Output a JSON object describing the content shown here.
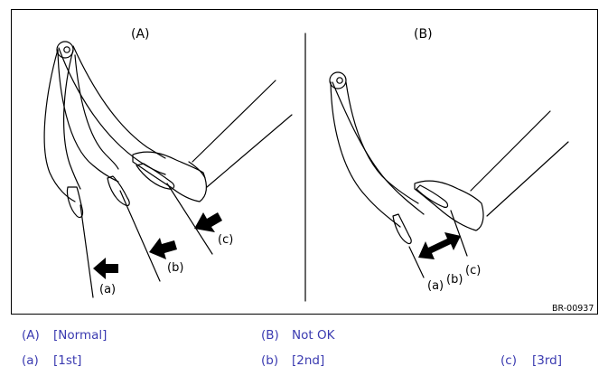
{
  "figure": {
    "panel_a_label": "(A)",
    "panel_b_label": "(B)",
    "a_pos_a": "(a)",
    "a_pos_b": "(b)",
    "a_pos_c": "(c)",
    "b_pos_a": "(a)",
    "b_pos_b": "(b)",
    "b_pos_c": "(c)",
    "code": "BR-00937"
  },
  "legend": {
    "row1": [
      {
        "key": "(A)",
        "value": "[Normal]"
      },
      {
        "key": "(B)",
        "value": "Not OK"
      }
    ],
    "row2": [
      {
        "key": "(a)",
        "value": "[1st]"
      },
      {
        "key": "(b)",
        "value": "[2nd]"
      },
      {
        "key": "(c)",
        "value": "[3rd]"
      }
    ]
  },
  "colors": {
    "legend_text": "#3a3ab0",
    "line": "#000000"
  }
}
